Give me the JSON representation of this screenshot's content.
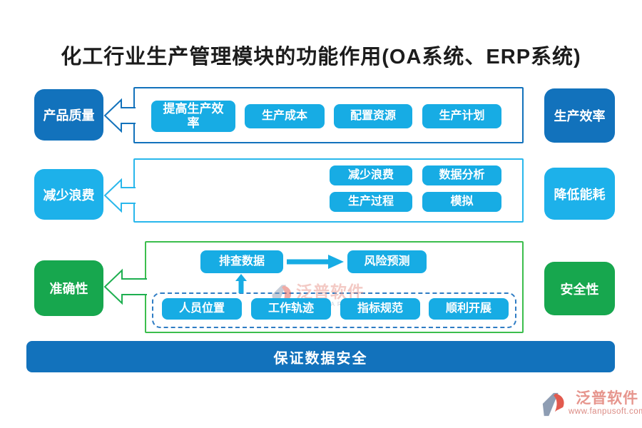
{
  "title": "化工行业生产管理模块的功能作用(OA系统、ERP系统)",
  "rows": [
    {
      "left": "产品质量",
      "right": "生产效率",
      "buttons": [
        "提高生产效率",
        "生产成本",
        "配置资源",
        "生产计划"
      ]
    },
    {
      "left": "减少浪费",
      "right": "降低能耗",
      "buttons": [
        "减少浪费",
        "数据分析",
        "生产过程",
        "模拟"
      ]
    },
    {
      "left": "准确性",
      "right": "安全性",
      "flow": {
        "source": "排查数据",
        "target": "风险预测"
      },
      "group": [
        "人员位置",
        "工作轨迹",
        "指标规范",
        "顺利开展"
      ]
    }
  ],
  "bottom_bar": "保证数据安全",
  "watermark": {
    "brand": "泛普软件",
    "subtitle": "SOFTWARE"
  },
  "logo": {
    "brand": "泛普软件",
    "url": "www.fanpusoft.com"
  },
  "colors": {
    "blue": "#1272BC",
    "cyan_button": "#17ACE4",
    "cyan_accent": "#29B7EC",
    "green_node": "#17A74E",
    "green_border": "#3CBE4D",
    "dashed_blue": "#2E7CC4",
    "brand_salmon": "#E6958D"
  }
}
